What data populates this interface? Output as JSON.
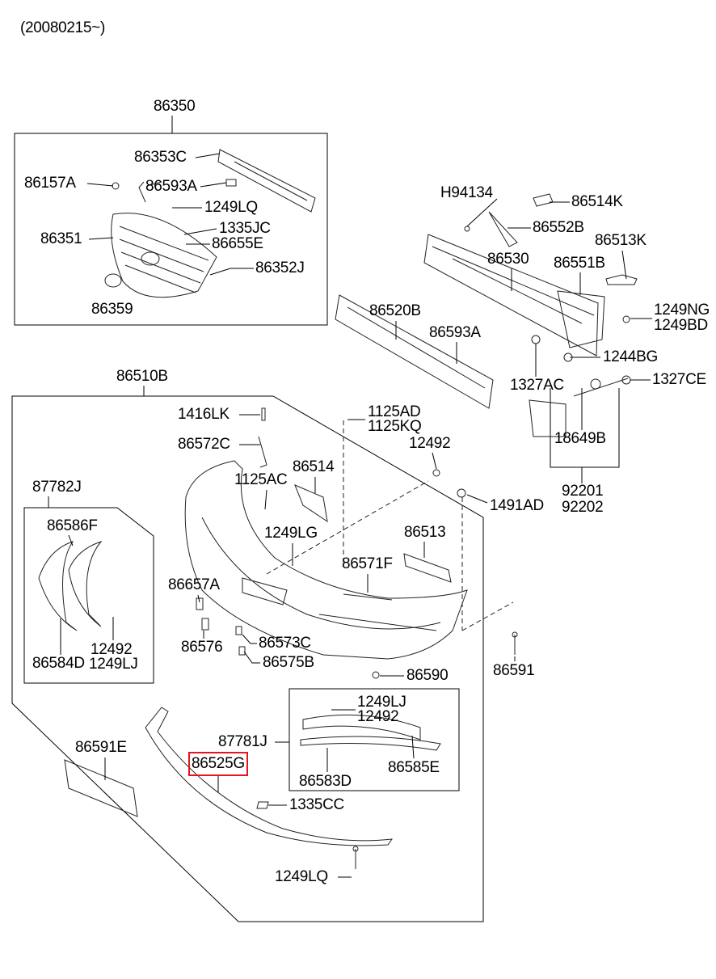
{
  "header": {
    "applicability": "(20080215~)"
  },
  "highlight_color": "#e8141b",
  "parts": [
    "86350",
    "86353C",
    "86157A",
    "86593A",
    "1249LQ",
    "1335JC",
    "86655E",
    "86351",
    "86352J",
    "86359",
    "H94134",
    "86514K",
    "86552B",
    "86513K",
    "86530",
    "86551B",
    "1249NG",
    "1249BD",
    "86520B",
    "86593A",
    "1244BG",
    "1327AC",
    "1327CE",
    "18649B",
    "92201",
    "92202",
    "86510B",
    "1416LK",
    "1125AD",
    "1125KQ",
    "86572C",
    "12492",
    "86514",
    "1125AC",
    "1491AD",
    "87782J",
    "86586F",
    "1249LG",
    "86513",
    "86571F",
    "86657A",
    "86576",
    "86573C",
    "86575B",
    "86590",
    "86591",
    "86584D",
    "12492",
    "1249LJ",
    "1249LJ",
    "12492",
    "87781J",
    "86591E",
    "86525G",
    "86583D",
    "86585E",
    "1335CC",
    "1249LQ"
  ],
  "highlighted_part": "86525G"
}
